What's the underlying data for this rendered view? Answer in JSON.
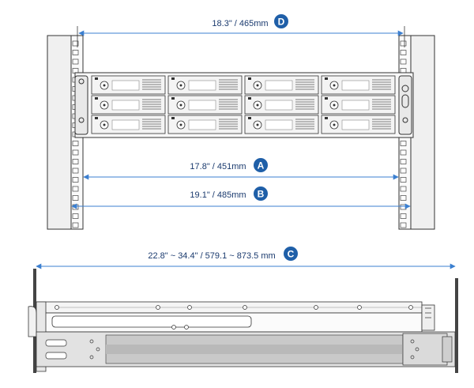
{
  "dimensions": {
    "D": {
      "letter": "D",
      "label": "18.3\" / 465mm"
    },
    "A": {
      "letter": "A",
      "label": "17.8\" / 451mm"
    },
    "B": {
      "letter": "B",
      "label": "19.1\" / 485mm"
    },
    "C": {
      "letter": "C",
      "label": "22.8\" ~ 34.4\" / 579.1 ~ 873.5 mm"
    }
  },
  "colors": {
    "badge": "#1f5fa8",
    "arrow": "#3b7fd0",
    "line": "#3a3a3a",
    "rack_fill": "#ededed",
    "bay_fill": "#f4f4f4"
  }
}
